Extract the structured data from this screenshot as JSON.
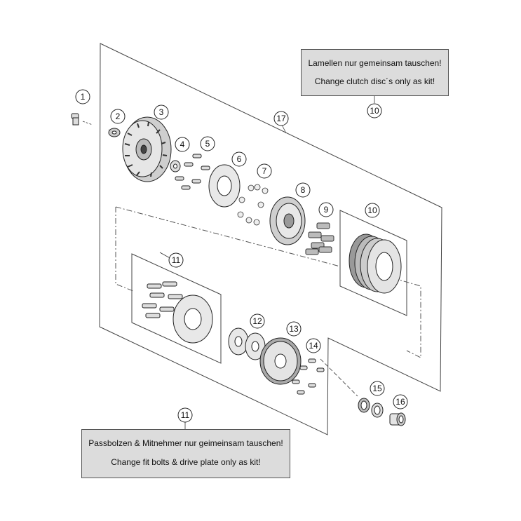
{
  "notes": {
    "top": {
      "line_de": "Lamellen nur gemeinsam tauschen!",
      "line_en": "Change clutch disc´s only as kit!"
    },
    "bottom": {
      "line_de": "Passbolzen & Mitnehmer nur geimeinsam tauschen!",
      "line_en": "Change fit bolts & drive plate only as kit!"
    }
  },
  "callouts": {
    "c1": "1",
    "c2": "2",
    "c3": "3",
    "c4": "4",
    "c5": "5",
    "c6": "6",
    "c7": "7",
    "c8": "8",
    "c9": "9",
    "c10a": "10",
    "c10b": "10",
    "c11a": "11",
    "c11b": "11",
    "c12": "12",
    "c13": "13",
    "c14": "14",
    "c15": "15",
    "c16": "16",
    "c17": "17"
  }
}
